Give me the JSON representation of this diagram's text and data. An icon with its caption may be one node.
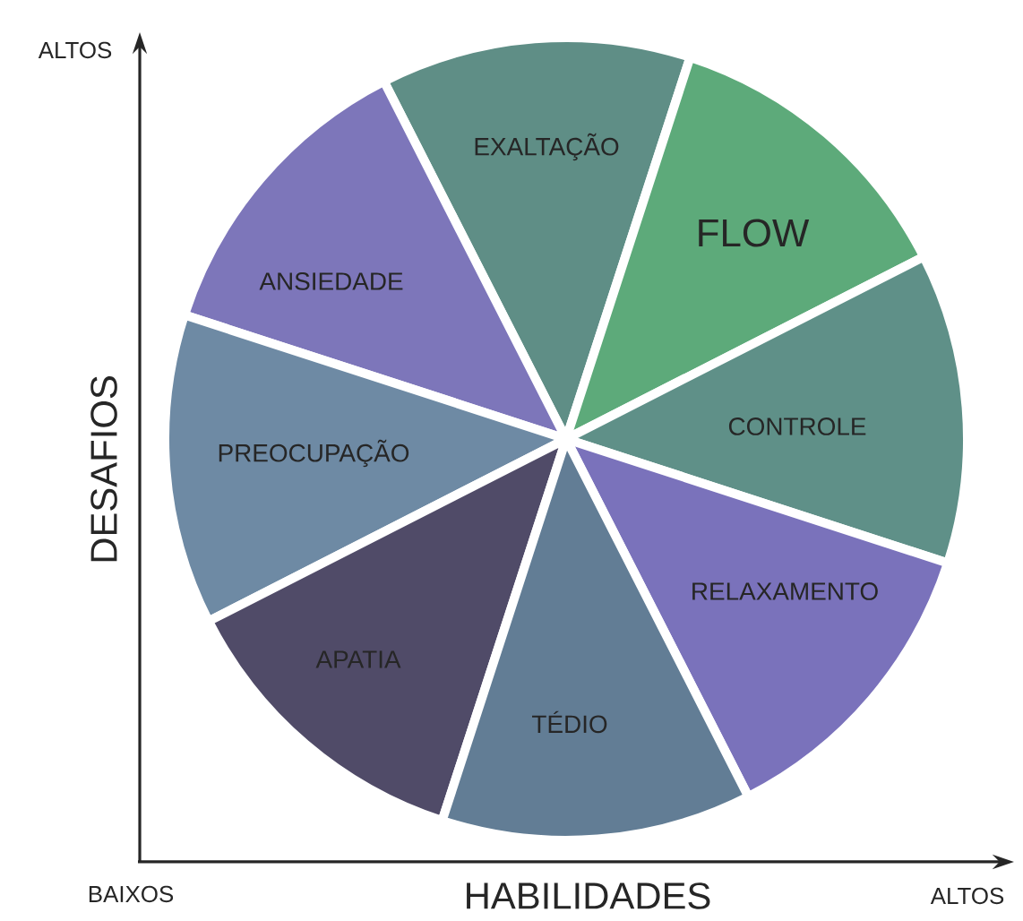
{
  "diagram": {
    "nodes": [
      {
        "text": [
          "EXALTAÇÃO"
        ]
      },
      {
        "text": [
          "FLOW"
        ]
      },
      {
        "text": [
          "ANSIEDADE"
        ]
      },
      {
        "text": [
          "CONTROLE"
        ]
      },
      {
        "text": [
          "PREOCUPAÇÃO"
        ]
      },
      {
        "text": [
          "RELAXAMENTO"
        ]
      },
      {
        "text": [
          "APATIA"
        ]
      },
      {
        "text": [
          "TÉDIO"
        ]
      }
    ],
    "edges": [],
    "labels": [
      "ALTOS",
      "DESAFIOS",
      "BAIXOS",
      "HABILIDADES",
      "ALTOS"
    ]
  }
}
